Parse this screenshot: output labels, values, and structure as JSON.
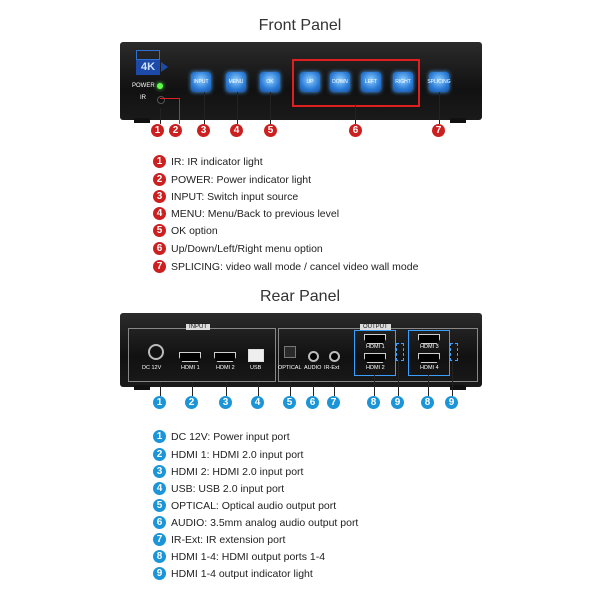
{
  "front_title": "Front Panel",
  "rear_title": "Rear Panel",
  "front": {
    "logo": "4K",
    "labels": {
      "power": "POWER",
      "ir": "IR"
    },
    "buttons": [
      "INPUT",
      "MENU",
      "OK",
      "UP",
      "DOWN",
      "LEFT",
      "RIGHT",
      "SPLICING"
    ],
    "callouts": [
      "1",
      "2",
      "3",
      "4",
      "5",
      "6",
      "7"
    ],
    "legend": [
      {
        "num": "1",
        "text": "IR: IR indicator light"
      },
      {
        "num": "2",
        "text": "POWER: Power indicator light"
      },
      {
        "num": "3",
        "text": "INPUT: Switch input source"
      },
      {
        "num": "4",
        "text": "MENU: Menu/Back to previous level"
      },
      {
        "num": "5",
        "text": "OK option"
      },
      {
        "num": "6",
        "text": "Up/Down/Left/Right menu option"
      },
      {
        "num": "7",
        "text": "SPLICING: video wall mode / cancel video wall mode"
      }
    ]
  },
  "rear": {
    "input_label": "INPUT",
    "output_label": "OUTPUT",
    "ports": {
      "dc": "DC 12V",
      "hdmi1": "HDMI 1",
      "hdmi2": "HDMI 2",
      "usb": "USB",
      "optical": "OPTICAL",
      "audio": "AUDIO",
      "irext": "IR-Ext",
      "out_hdmi1": "HDMI 1",
      "out_hdmi2": "HDMI 2",
      "out_hdmi3": "HDMI 3",
      "out_hdmi4": "HDMI 4"
    },
    "callouts": [
      "1",
      "2",
      "3",
      "4",
      "5",
      "6",
      "7",
      "8",
      "9",
      "8",
      "9"
    ],
    "legend": [
      {
        "num": "1",
        "text": "DC 12V: Power input port"
      },
      {
        "num": "2",
        "text": "HDMI 1: HDMI 2.0 input port"
      },
      {
        "num": "3",
        "text": "HDMI 2: HDMI 2.0 input port"
      },
      {
        "num": "4",
        "text": "USB: USB 2.0 input port"
      },
      {
        "num": "5",
        "text": "OPTICAL: Optical audio output port"
      },
      {
        "num": "6",
        "text": "AUDIO: 3.5mm analog audio output port"
      },
      {
        "num": "7",
        "text": "IR-Ext: IR extension port"
      },
      {
        "num": "8",
        "text": "HDMI 1-4: HDMI output ports 1-4"
      },
      {
        "num": "9",
        "text": "HDMI 1-4 output indicator light"
      }
    ]
  },
  "colors": {
    "front_callout": "#cc1f1f",
    "rear_callout": "#1b95d8",
    "button_glow": "#4aa8ff",
    "highlight_box": "#e02020"
  }
}
